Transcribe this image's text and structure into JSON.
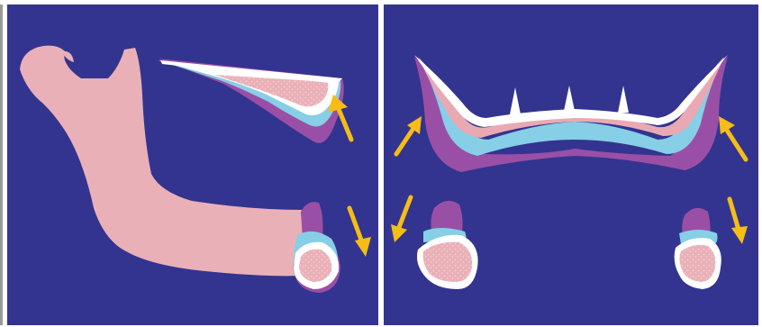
{
  "figure": {
    "panels": [
      {
        "name": "left-panel",
        "view": "lateral"
      },
      {
        "name": "right-panel",
        "view": "cross-section"
      }
    ],
    "colors": {
      "background": "#33348f",
      "bone": "#eab0b8",
      "bone_speckle": "#f6d6db",
      "white_layer": "#ffffff",
      "cyan_layer": "#86cfe6",
      "purple_layer": "#9a4fa6",
      "pink_inner": "#e9a9b3",
      "arrow": "#f5bd16"
    },
    "arrows": [
      {
        "panel": "left",
        "direction": "up"
      },
      {
        "panel": "left",
        "direction": "down"
      },
      {
        "panel": "right",
        "direction": "up"
      },
      {
        "panel": "right",
        "direction": "up"
      },
      {
        "panel": "right",
        "direction": "down"
      },
      {
        "panel": "right",
        "direction": "down"
      }
    ]
  }
}
